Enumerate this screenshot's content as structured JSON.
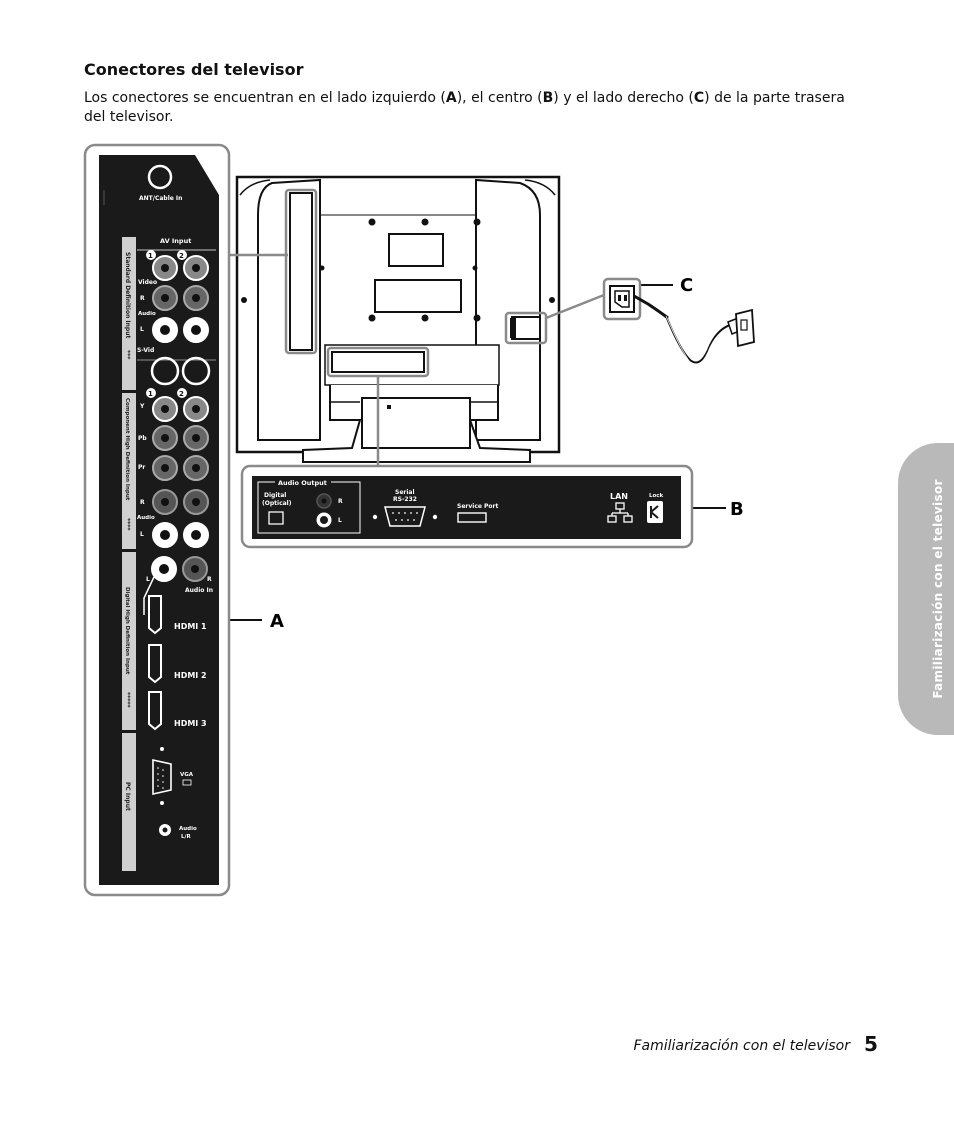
{
  "section": {
    "title": "Conectores del televisor",
    "intro_parts": [
      "Los conectores se encuentran en el lado izquierdo (",
      "A",
      "), el centro (",
      "B",
      ") y el lado derecho (",
      "C",
      ") de la parte trasera del televisor."
    ]
  },
  "callouts": {
    "a": "A",
    "b": "B",
    "c": "C"
  },
  "left_panel": {
    "ant": "ANT/Cable In",
    "av_input": "AV Input",
    "std_def": "Standard Definition Input",
    "std_stars": "***",
    "video": "Video",
    "r": "R",
    "audio": "Audio",
    "l": "L",
    "svid": "S-Vid",
    "num1": "1",
    "num2": "2",
    "comp": "Component High Definition Input",
    "comp_stars": "****",
    "y": "Y",
    "pb": "Pb",
    "pr": "Pr",
    "digital_hd": "Digital High Definition Input",
    "digital_stars": "*****",
    "audio_in": "Audio In",
    "hdmi1": "HDMI 1",
    "hdmi2": "HDMI 2",
    "hdmi3": "HDMI 3",
    "pc_input": "PC Input",
    "vga": "VGA",
    "audio_lr_1": "Audio",
    "audio_lr_2": "L/R"
  },
  "center_panel": {
    "audio_output": "Audio Output",
    "digital": "Digital",
    "optical": "(Optical)",
    "r": "R",
    "l": "L",
    "serial": "Serial",
    "rs232": "RS-232",
    "service_port": "Service Port",
    "lan": "LAN",
    "lock": "Lock"
  },
  "side_tab": "Familiarización con el televisor",
  "footer": {
    "text": "Familiarización con el televisor",
    "page": "5"
  }
}
